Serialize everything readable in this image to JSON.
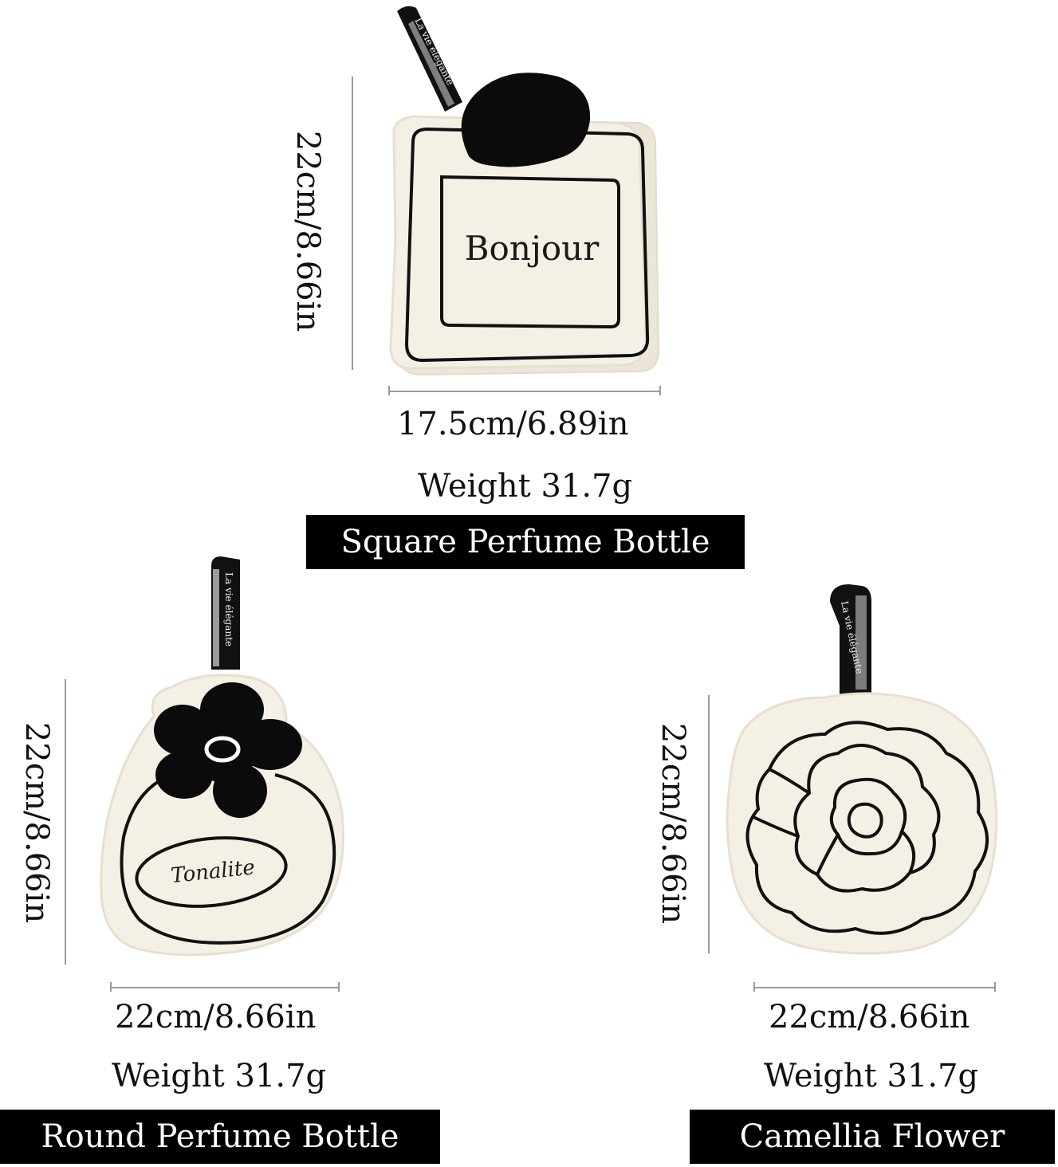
{
  "products": [
    {
      "name": "Square Perfume Bottle",
      "height": "22cm/8.66in",
      "width": "17.5cm/6.89in",
      "weight": "Weight 31.7g",
      "embroidery": "Bonjour",
      "strap_text": "La vie élégante"
    },
    {
      "name": "Round Perfume Bottle",
      "height": "22cm/8.66in",
      "width": "22cm/8.66in",
      "weight": "Weight 31.7g",
      "embroidery": "Tonalite",
      "strap_text": "La vie élégante"
    },
    {
      "name": "Camellia Flower",
      "height": "22cm/8.66in",
      "width": "22cm/8.66in",
      "weight": "Weight 31.7g",
      "strap_text": "La vie élégante"
    }
  ],
  "colors": {
    "towel_fabric": "#f3efe4",
    "outline": "#111111",
    "label_background": "#000000",
    "label_text": "#ffffff"
  }
}
